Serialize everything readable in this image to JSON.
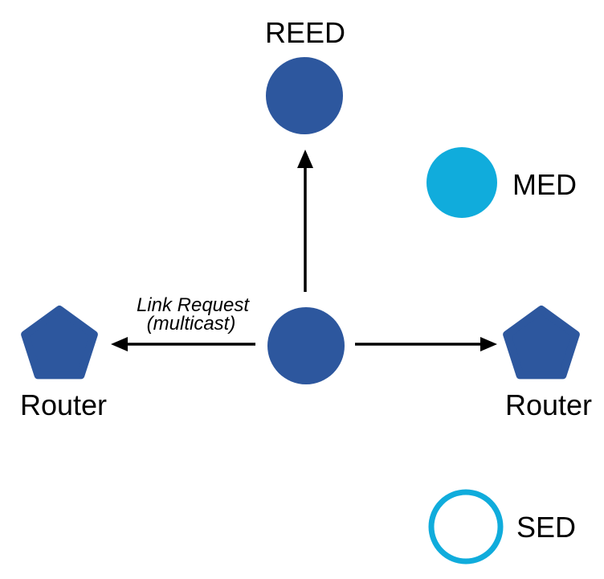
{
  "diagram": {
    "labels": {
      "reed": "REED",
      "med": "MED",
      "sed": "SED",
      "router_left": "Router",
      "router_right": "Router"
    },
    "annotation": {
      "line1": "Link Request",
      "line2": "(multicast)"
    }
  },
  "colors": {
    "node_blue": "#2D579E",
    "node_cyan": "#10ACDC",
    "arrow": "#000000",
    "text": "#000000"
  }
}
